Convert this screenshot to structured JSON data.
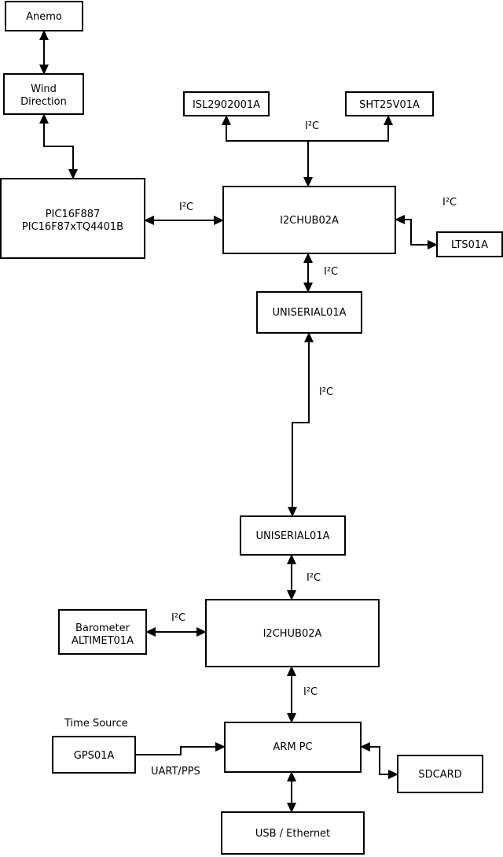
{
  "diagram": {
    "colors": {
      "line": "#000000",
      "text": "#000000",
      "box_fill": "#ffffff",
      "background": "#ffffff"
    },
    "nodes": {
      "anemo": {
        "label": "Anemo"
      },
      "wind_direction": {
        "line1": "Wind",
        "line2": "Direction"
      },
      "pic": {
        "line1": "PIC16F887",
        "line2": "PIC16F87xTQ4401B"
      },
      "isl": {
        "label": "ISL2902001A"
      },
      "sht": {
        "label": "SHT25V01A"
      },
      "i2c_hub_1": {
        "label": "I2CHUB02A"
      },
      "lts": {
        "label": "LTS01A"
      },
      "uniserial_1": {
        "label": "UNISERIAL01A"
      },
      "uniserial_2": {
        "label": "UNISERIAL01A"
      },
      "barometer": {
        "line1": "Barometer",
        "line2": "ALTIMET01A"
      },
      "i2c_hub_2": {
        "label": "I2CHUB02A"
      },
      "gps": {
        "label": "GPS01A"
      },
      "arm_pc": {
        "label": "ARM PC"
      },
      "sdcard": {
        "label": "SDCARD"
      },
      "usb_ethernet": {
        "label": "USB / Ethernet"
      }
    },
    "annotations": {
      "time_source": "Time Source",
      "uart_pps": "UART/PPS"
    },
    "bus_labels": {
      "i2c": "I²C"
    }
  }
}
